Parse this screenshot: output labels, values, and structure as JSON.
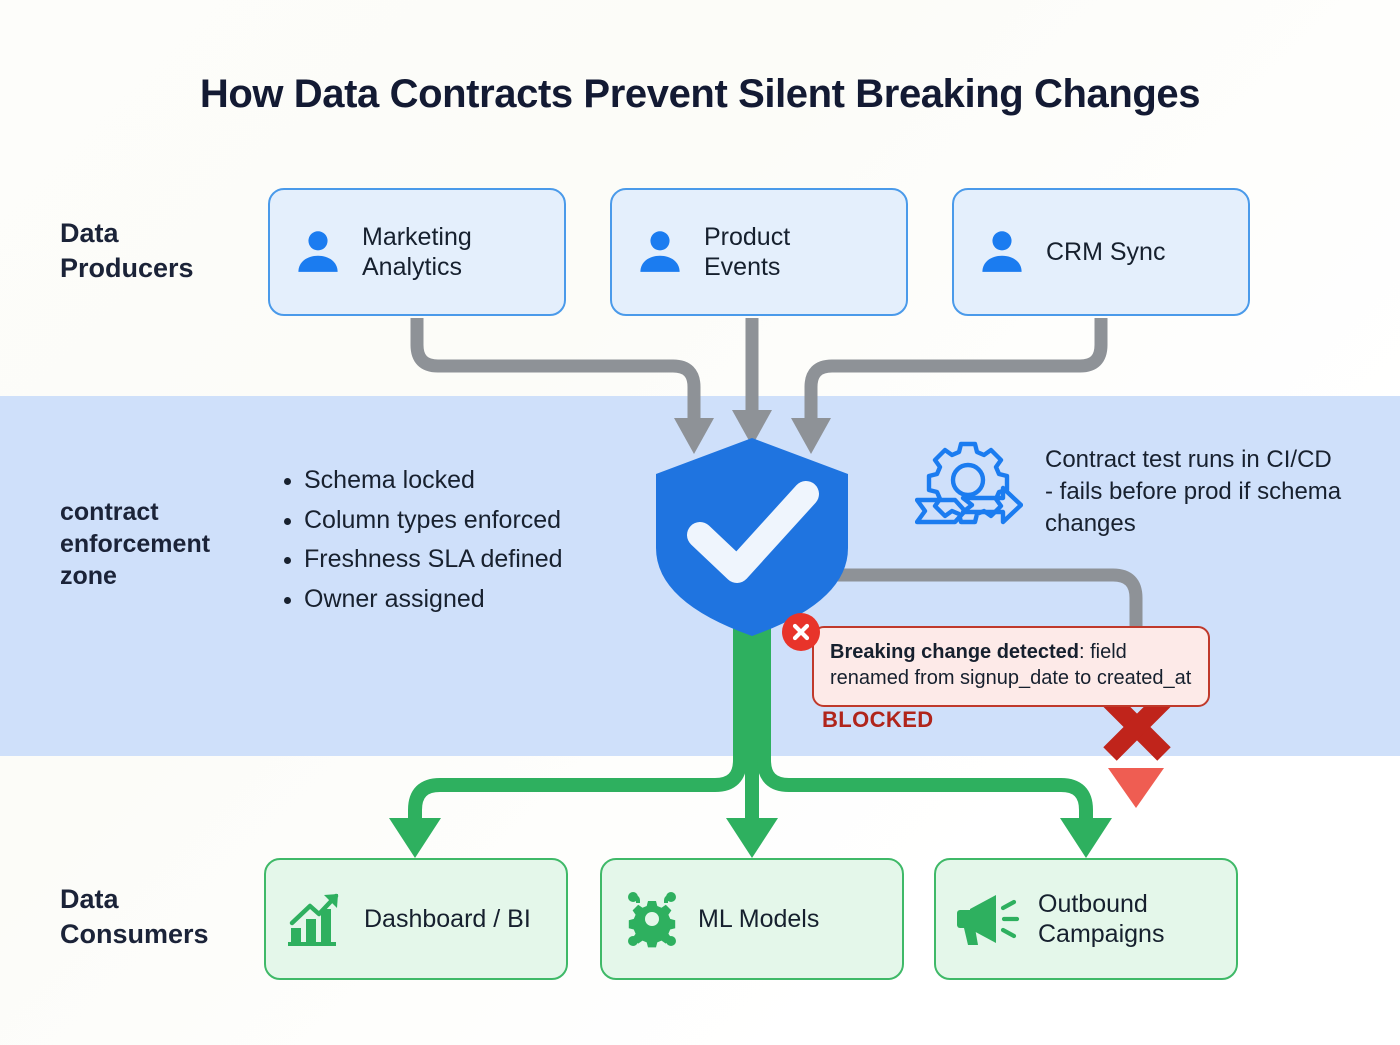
{
  "title": "How Data Contracts Prevent Silent Breaking Changes",
  "rows": {
    "producers_label": "Data\nProducers",
    "zone_label": "contract\nenforcement\nzone",
    "consumers_label": "Data\nConsumers"
  },
  "producers": [
    {
      "label": "Marketing\nAnalytics",
      "icon": "user-icon"
    },
    {
      "label": "Product\nEvents",
      "icon": "user-icon"
    },
    {
      "label": "CRM Sync",
      "icon": "user-icon"
    }
  ],
  "consumers": [
    {
      "label": "Dashboard / BI",
      "icon": "bar-chart-growth-icon"
    },
    {
      "label": "ML Models",
      "icon": "gear-network-icon"
    },
    {
      "label": "Outbound\nCampaigns",
      "icon": "megaphone-icon"
    }
  ],
  "contract_rules": [
    "Schema locked",
    "Column types enforced",
    "Freshness SLA defined",
    "Owner assigned"
  ],
  "cicd": {
    "icon": "gear-pipeline-icon",
    "text": "Contract test runs in CI/CD - fails before prod if schema changes"
  },
  "alert": {
    "icon": "x-circle-icon",
    "bold_text": "Breaking change detected",
    "rest_text": ": field renamed from signup_date to created_at",
    "status": "BLOCKED",
    "reject_icon": "red-x-icon"
  },
  "shield": {
    "icon": "shield-check-icon"
  },
  "colors": {
    "zone_band": "#cfe0fa",
    "producer_fill": "#e4effc",
    "producer_border": "#4a9aea",
    "consumer_fill": "#e4f7ea",
    "consumer_border": "#3fb968",
    "shield_blue": "#1f74e0",
    "flow_gray": "#8e9297",
    "flow_green": "#2eb05f",
    "alert_red": "#c0392b",
    "blocked_red": "#b0251b",
    "title_navy": "#131a33"
  }
}
